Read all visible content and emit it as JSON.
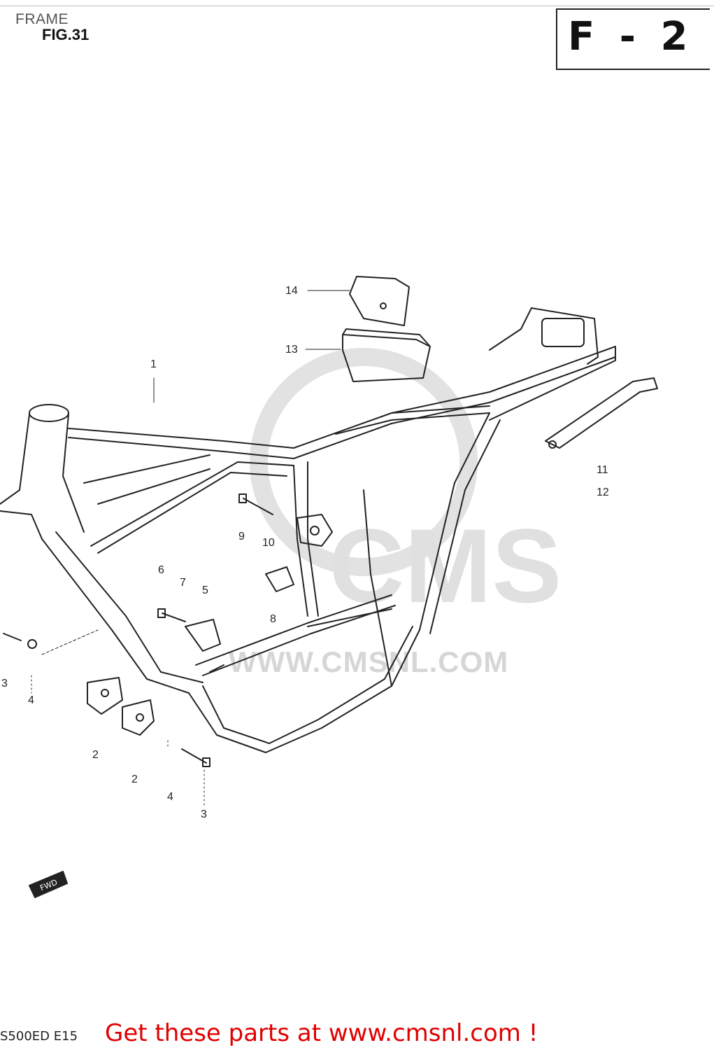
{
  "header": {
    "section_title": "FRAME",
    "fig_number": "FIG.31",
    "page_code": "F - 2"
  },
  "callouts": {
    "c1": "1",
    "c2a": "2",
    "c2b": "2",
    "c3a": "3",
    "c3b": "3",
    "c4a": "4",
    "c4b": "4",
    "c5": "5",
    "c6": "6",
    "c7": "7",
    "c8": "8",
    "c9": "9",
    "c10": "10",
    "c11": "11",
    "c12": "12",
    "c13": "13",
    "c14": "14"
  },
  "fwd_label": "FWD",
  "watermark": {
    "url": "WWW.CMSNL.COM",
    "brand": "CMS"
  },
  "footer": {
    "model_code": "S500ED E15",
    "cta_text": "Get these parts at www.cmsnl.com !"
  },
  "colors": {
    "cta": "#e00000",
    "line": "#222222",
    "watermark": "#d6d6d6"
  }
}
